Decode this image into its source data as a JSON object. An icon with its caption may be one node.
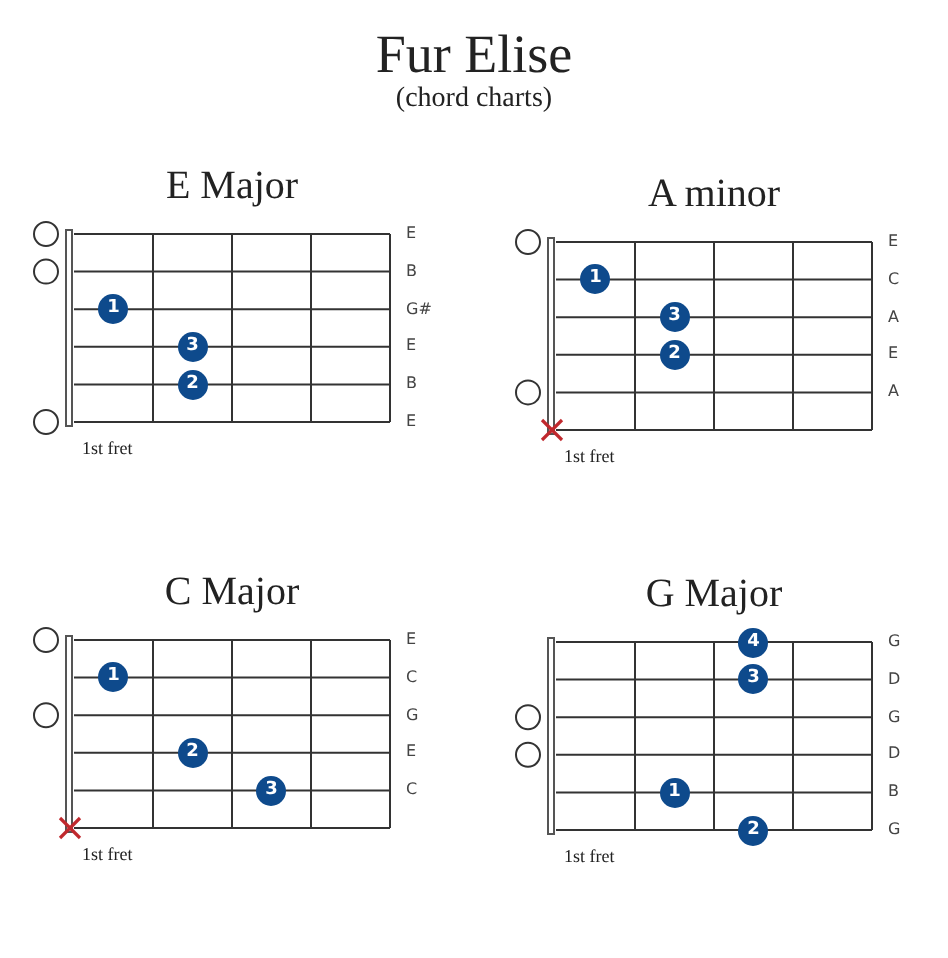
{
  "diagram": {
    "title": "Fur Elise",
    "nodes": [
      {
        "text": [
          "E Major"
        ],
        "beside": [
          "1st fret"
        ]
      },
      {
        "text": [
          "1"
        ],
        "in": 0
      },
      {
        "text": [
          "3"
        ],
        "in": 0
      },
      {
        "text": [
          "2"
        ],
        "in": 0
      },
      {
        "text": [
          "A minor"
        ],
        "beside": [
          "1st fret"
        ]
      },
      {
        "text": [
          "1"
        ],
        "in": 4
      },
      {
        "text": [
          "3"
        ],
        "in": 4
      },
      {
        "text": [
          "2"
        ],
        "in": 4
      },
      {
        "text": [
          "C Major"
        ],
        "beside": [
          "1st fret"
        ]
      },
      {
        "text": [
          "1"
        ],
        "in": 8
      },
      {
        "text": [
          "2"
        ],
        "in": 8
      },
      {
        "text": [
          "3"
        ],
        "in": 8
      },
      {
        "text": [
          "G Major"
        ],
        "beside": [
          "1st fret"
        ]
      },
      {
        "text": [
          "4"
        ],
        "in": 12
      },
      {
        "text": [
          "3"
        ],
        "in": 12
      },
      {
        "text": [
          "1"
        ],
        "in": 12
      },
      {
        "text": [
          "2"
        ],
        "in": 12
      }
    ],
    "edges": [],
    "labels": [
      "(chord charts)",
      "E",
      "B",
      "G#",
      "E",
      "B",
      "E",
      "E",
      "C",
      "A",
      "E",
      "A",
      "E",
      "C",
      "G",
      "E",
      "C",
      "G",
      "D",
      "G",
      "D",
      "B",
      "G"
    ]
  }
}
